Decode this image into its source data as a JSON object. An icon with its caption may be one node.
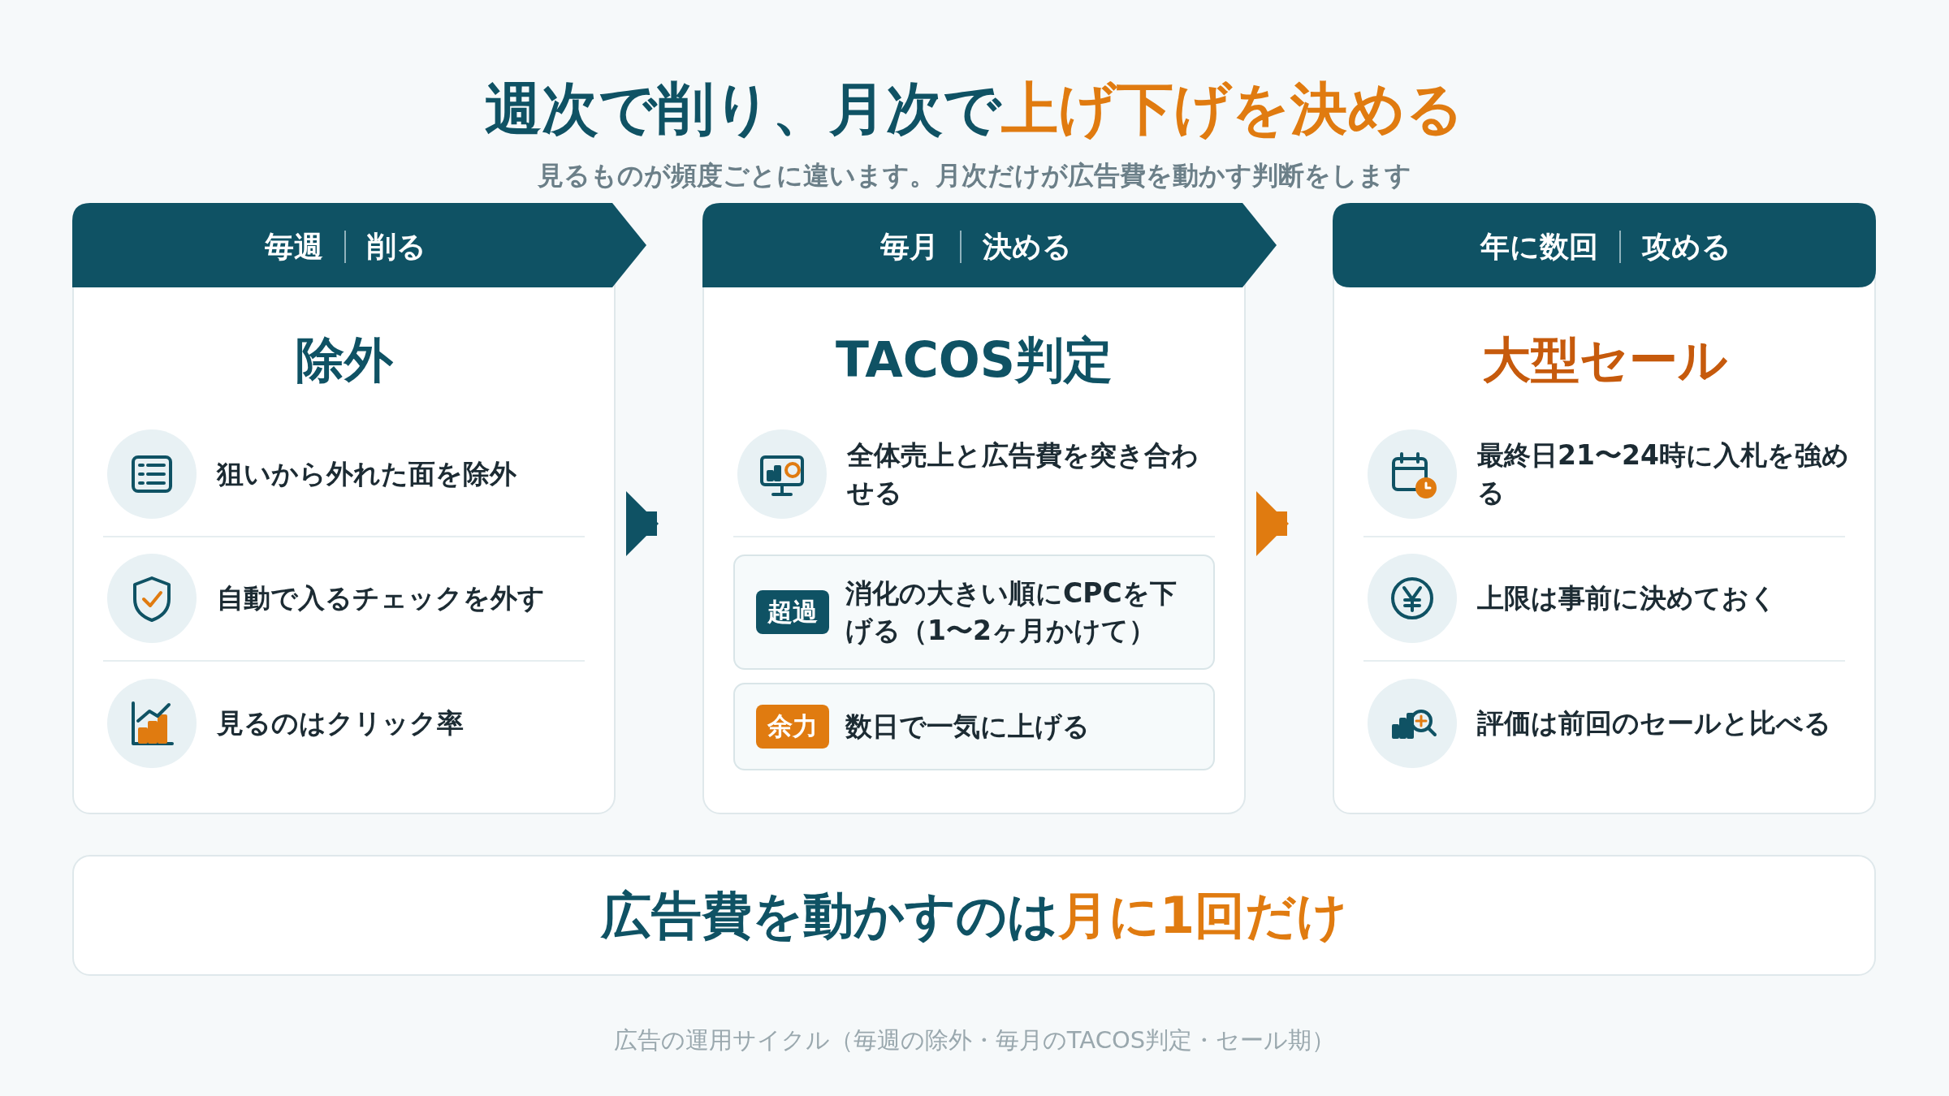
{
  "diagram": {
    "title": "週次で削り、月次で**上げ下げを決める**",
    "caption": "広告の運用サイクル（毎週の除外・毎月のTACOS判定・セール期）",
    "nodes": [
      {
        "text": [
          "毎週",
          "削る",
          "除外"
        ]
      },
      {
        "text": [
          "狙いから外れた面を除外"
        ],
        "in": 0
      },
      {
        "text": [
          "自動で入るチェックを外す"
        ],
        "in": 0
      },
      {
        "text": [
          "見るのはクリック率"
        ],
        "in": 0
      },
      {
        "text": [
          "毎月",
          "決める",
          "TACOS判定"
        ]
      },
      {
        "text": [
          "全体売上と広告費を突き合わせる"
        ],
        "in": 4
      },
      {
        "text": [
          "超過",
          "消化の大きい順にCPCを下げる（1〜2ヶ月かけて）"
        ],
        "in": 4
      },
      {
        "text": [
          "余力",
          "数日で一気に上げる"
        ],
        "in": 4
      },
      {
        "text": [
          "年に数回",
          "攻める",
          "大型セール"
        ]
      },
      {
        "text": [
          "最終日21〜24時に入札を強める"
        ],
        "in": 8
      },
      {
        "text": [
          "上限は事前に決めておく"
        ],
        "in": 8
      },
      {
        "text": [
          "評価は前回のセールと比べる"
        ],
        "in": 8
      },
      {
        "text": [
          "広告費を動かすのは**月に1回だけ**"
        ]
      }
    ],
    "edges": [
      {
        "from": 0,
        "to": 4,
        "arrow": "to",
        "color": "#0f5264"
      },
      {
        "from": 4,
        "to": 8,
        "arrow": "to",
        "color": "#e07b10"
      }
    ],
    "labels": [
      "見るものが頻度ごとに違います。月次だけが広告費を動かす判断をします"
    ]
  }
}
